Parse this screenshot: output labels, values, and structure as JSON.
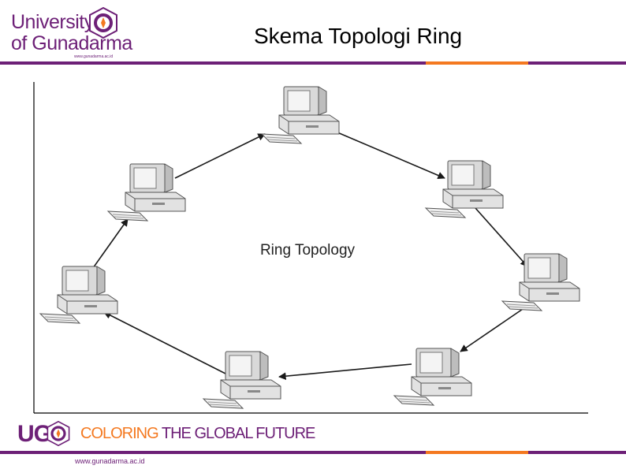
{
  "header": {
    "logo_line1": "University",
    "logo_line2": "of Gunadarma",
    "logo_web": "www.gunadarma.ac.id"
  },
  "slide": {
    "title": "Skema Topologi Ring"
  },
  "diagram": {
    "label": "Ring Topology",
    "nodes": [
      "computer-top",
      "computer-upper-right",
      "computer-right",
      "computer-lower-right",
      "computer-bottom",
      "computer-left",
      "computer-upper-left"
    ]
  },
  "footer": {
    "brand": "UG",
    "tagline_part1": "COLORING",
    "tagline_part2": " THE GLOBAL FUTURE",
    "website": "www.gunadarma.ac.id"
  },
  "colors": {
    "brand_purple": "#6d2077",
    "brand_orange": "#f47920",
    "arrow": "#1a1a1a"
  }
}
